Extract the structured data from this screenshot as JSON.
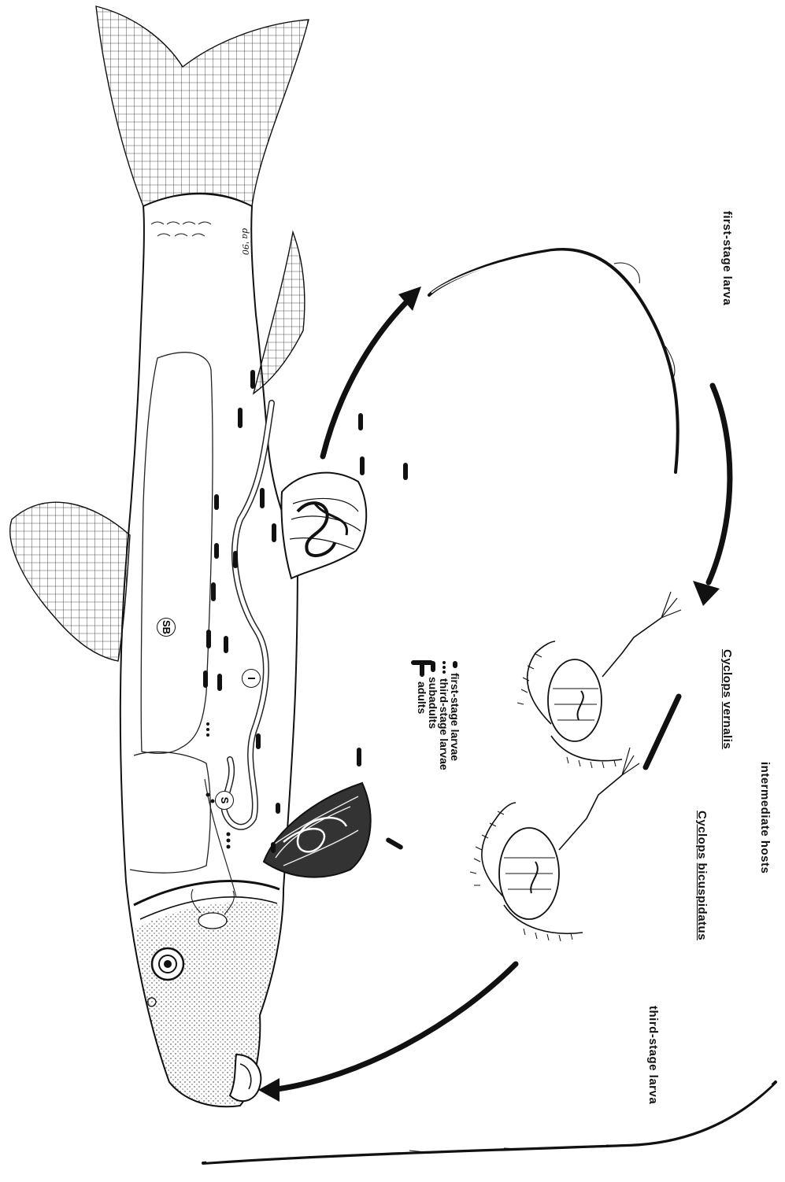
{
  "labels": {
    "first_stage": "first-stage larva",
    "third_stage": "third-stage larva",
    "cyclops_genus_1": "Cyclops",
    "cyclops_species_1": "bicuspidatus",
    "cyclops_genus_2": "Cyclops",
    "cyclops_species_2": "vernalis",
    "intermediate_hosts": "intermediate hosts"
  },
  "legend": [
    {
      "symbol": "short-dash",
      "text": "first-stage larvae"
    },
    {
      "symbol": "dots",
      "text": "third-stage larvae"
    },
    {
      "symbol": "medium-dash",
      "text": "subadults"
    },
    {
      "symbol": "long-dash",
      "text": "adults"
    }
  ],
  "organ_labels": {
    "swim_bladder": "SB",
    "intestine": "I",
    "stomach": "S"
  },
  "signature": "da '90"
}
